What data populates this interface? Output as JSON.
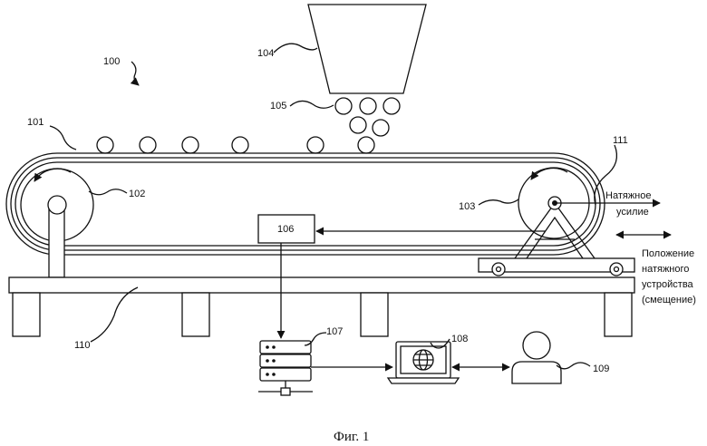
{
  "labels": {
    "system": "100",
    "belt": "101",
    "drive_pulley": "102",
    "tail_pulley": "103",
    "hopper": "104",
    "material": "105",
    "controller": "106",
    "server": "107",
    "computer": "108",
    "user": "109",
    "frame": "110",
    "tensioner": "111"
  },
  "annotations": {
    "tension_line1": "Натяжное",
    "tension_line2": "усилие",
    "position_line1": "Положение",
    "position_line2": "натяжного",
    "position_line3": "устройства",
    "position_line4": "(смещение)"
  },
  "caption": "Фиг. 1"
}
